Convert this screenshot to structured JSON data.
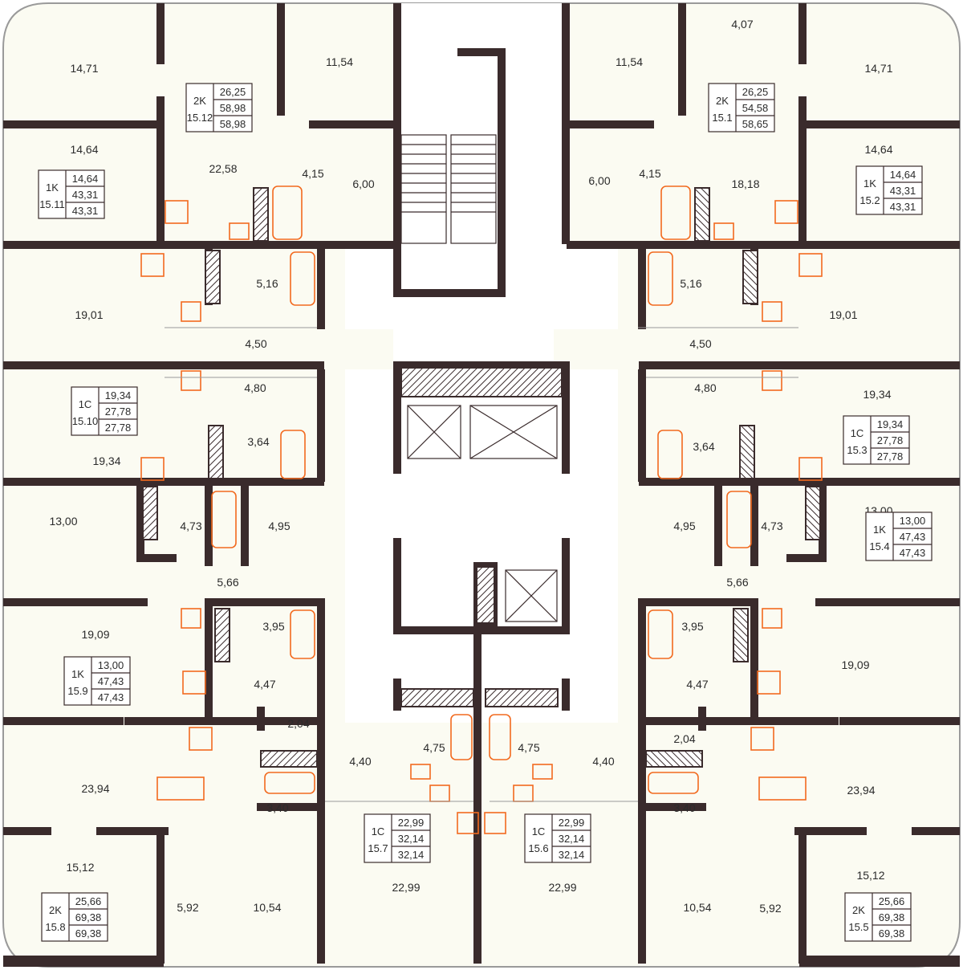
{
  "colors": {
    "wall": "#3a2b2c",
    "room_fill": "#fbfbf2",
    "fixture_accent": "#f26a1f"
  },
  "rooms": [
    {
      "id": "r1",
      "label": "14,71"
    },
    {
      "id": "r2",
      "label": "14,64"
    },
    {
      "id": "r3",
      "label": "22,58"
    },
    {
      "id": "r4",
      "label": "11,54"
    },
    {
      "id": "r5",
      "label": "4,15"
    },
    {
      "id": "r6",
      "label": "6,00"
    },
    {
      "id": "r7",
      "label": "5,16"
    },
    {
      "id": "r8",
      "label": "19,01"
    },
    {
      "id": "r9",
      "label": "4,50"
    },
    {
      "id": "r10",
      "label": "4,80"
    },
    {
      "id": "r11",
      "label": "3,64"
    },
    {
      "id": "r12",
      "label": "19,34"
    },
    {
      "id": "r13",
      "label": "13,00"
    },
    {
      "id": "r14",
      "label": "4,73"
    },
    {
      "id": "r15",
      "label": "4,95"
    },
    {
      "id": "r16",
      "label": "5,66"
    },
    {
      "id": "r17",
      "label": "19,09"
    },
    {
      "id": "r18",
      "label": "3,95"
    },
    {
      "id": "r19",
      "label": "4,47"
    },
    {
      "id": "r20",
      "label": "2,04"
    },
    {
      "id": "r21",
      "label": "4,40"
    },
    {
      "id": "r22",
      "label": "23,94"
    },
    {
      "id": "r23",
      "label": "3,40"
    },
    {
      "id": "r24",
      "label": "15,12"
    },
    {
      "id": "r25",
      "label": "5,92"
    },
    {
      "id": "r26",
      "label": "10,54"
    },
    {
      "id": "r27",
      "label": "4,75"
    },
    {
      "id": "r28",
      "label": "22,99"
    },
    {
      "id": "r29",
      "label": "4,07"
    },
    {
      "id": "r30",
      "label": "11,54"
    },
    {
      "id": "r31",
      "label": "14,71"
    },
    {
      "id": "r32",
      "label": "6,00"
    },
    {
      "id": "r33",
      "label": "4,15"
    },
    {
      "id": "r34",
      "label": "18,18"
    },
    {
      "id": "r35",
      "label": "14,64"
    },
    {
      "id": "r36",
      "label": "5,16"
    },
    {
      "id": "r37",
      "label": "19,01"
    },
    {
      "id": "r38",
      "label": "4,50"
    },
    {
      "id": "r39",
      "label": "4,80"
    },
    {
      "id": "r40",
      "label": "3,64"
    },
    {
      "id": "r41",
      "label": "19,34"
    },
    {
      "id": "r42",
      "label": "4,95"
    },
    {
      "id": "r43",
      "label": "4,73"
    },
    {
      "id": "r44",
      "label": "13,00"
    },
    {
      "id": "r45",
      "label": "5,66"
    },
    {
      "id": "r46",
      "label": "3,95"
    },
    {
      "id": "r47",
      "label": "19,09"
    },
    {
      "id": "r48",
      "label": "4,47"
    },
    {
      "id": "r49",
      "label": "2,04"
    },
    {
      "id": "r50",
      "label": "4,40"
    },
    {
      "id": "r51",
      "label": "23,94"
    },
    {
      "id": "r52",
      "label": "3,40"
    },
    {
      "id": "r53",
      "label": "15,12"
    },
    {
      "id": "r54",
      "label": "10,54"
    },
    {
      "id": "r55",
      "label": "5,92"
    },
    {
      "id": "r56",
      "label": "4,75"
    },
    {
      "id": "r57",
      "label": "22,99"
    }
  ],
  "apartments": [
    {
      "id": "15.12",
      "type": "2K",
      "living": "26,25",
      "total": "58,98",
      "total2": "58,98"
    },
    {
      "id": "15.11",
      "type": "1K",
      "living": "14,64",
      "total": "43,31",
      "total2": "43,31"
    },
    {
      "id": "15.10",
      "type": "1С",
      "living": "19,34",
      "total": "27,78",
      "total2": "27,78"
    },
    {
      "id": "15.9",
      "type": "1K",
      "living": "13,00",
      "total": "47,43",
      "total2": "47,43"
    },
    {
      "id": "15.8",
      "type": "2K",
      "living": "25,66",
      "total": "69,38",
      "total2": "69,38"
    },
    {
      "id": "15.7",
      "type": "1С",
      "living": "22,99",
      "total": "32,14",
      "total2": "32,14"
    },
    {
      "id": "15.6",
      "type": "1С",
      "living": "22,99",
      "total": "32,14",
      "total2": "32,14"
    },
    {
      "id": "15.5",
      "type": "2K",
      "living": "25,66",
      "total": "69,38",
      "total2": "69,38"
    },
    {
      "id": "15.4",
      "type": "1K",
      "living": "13,00",
      "total": "47,43",
      "total2": "47,43"
    },
    {
      "id": "15.3",
      "type": "1С",
      "living": "19,34",
      "total": "27,78",
      "total2": "27,78"
    },
    {
      "id": "15.2",
      "type": "1K",
      "living": "14,64",
      "total": "43,31",
      "total2": "43,31"
    },
    {
      "id": "15.1",
      "type": "2K",
      "living": "26,25",
      "total": "54,58",
      "total2": "58,65"
    }
  ]
}
